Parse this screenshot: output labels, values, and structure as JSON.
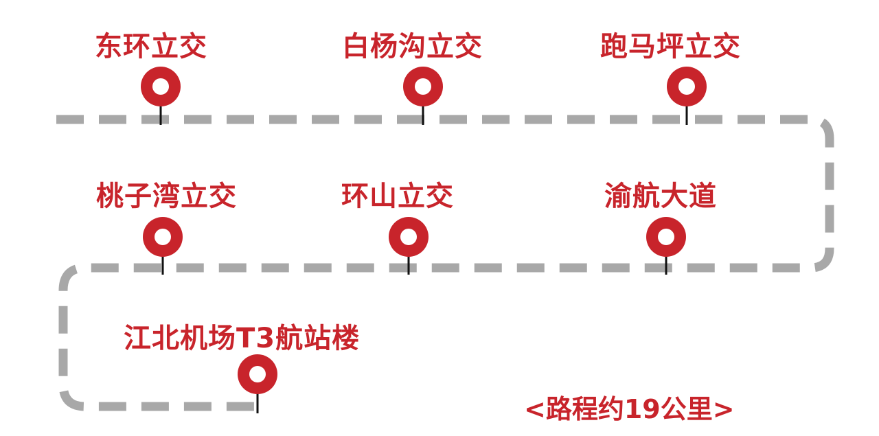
{
  "colors": {
    "accent_red": "#c8242b",
    "route_gray": "#a8a8a8",
    "stem_black": "#111111",
    "background": "#ffffff"
  },
  "stops": [
    {
      "id": "donghuan",
      "name": "东环立交"
    },
    {
      "id": "baiyanggou",
      "name": "白杨沟立交"
    },
    {
      "id": "paomaping",
      "name": "跑马坪立交"
    },
    {
      "id": "taoziwan",
      "name": "桃子湾立交"
    },
    {
      "id": "huanshan",
      "name": "环山立交"
    },
    {
      "id": "yuhang",
      "name": "渝航大道"
    },
    {
      "id": "t3",
      "name": "江北机场T3航站楼"
    }
  ],
  "distance_note": "<路程约19公里>"
}
